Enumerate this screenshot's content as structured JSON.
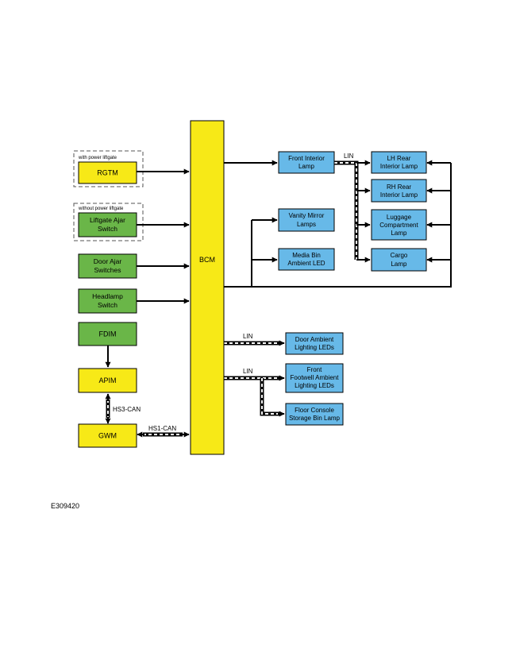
{
  "colors": {
    "yellow": "#f7e917",
    "green": "#6ab648",
    "blue": "#67b9e8",
    "line": "#000000"
  },
  "modules": {
    "bcm": "BCM",
    "rgtm": "RGTM",
    "liftgate_ajar": [
      "Liftgate Ajar",
      "Switch"
    ],
    "door_ajar": [
      "Door Ajar",
      "Switches"
    ],
    "headlamp": [
      "Headlamp",
      "Switch"
    ],
    "fdim": "FDIM",
    "apim": "APIM",
    "gwm": "GWM"
  },
  "lamps": {
    "front_interior": [
      "Front Interior",
      "Lamp"
    ],
    "vanity_mirror": [
      "Vanity Mirror",
      "Lamps"
    ],
    "media_bin": [
      "Media Bin",
      "Ambient LED"
    ],
    "lh_rear": [
      "LH Rear",
      "Interior Lamp"
    ],
    "rh_rear": [
      "RH Rear",
      "Interior Lamp"
    ],
    "luggage": [
      "Luggage",
      "Compartment",
      "Lamp"
    ],
    "cargo": [
      "Cargo",
      "Lamp"
    ],
    "door_ambient": [
      "Door Ambient",
      "Lighting LEDs"
    ],
    "footwell": [
      "Front",
      "Footwell Ambient",
      "Lighting LEDs"
    ],
    "floor_console": [
      "Floor Console",
      "Storage Bin Lamp"
    ]
  },
  "groups": {
    "with_power_liftgate": "with power liftgate",
    "without_power_liftgate": "without power liftgate"
  },
  "buses": {
    "lin_rear": "LIN",
    "lin_door": "LIN",
    "lin_footwell": "LIN",
    "hs3_can": "HS3-CAN",
    "hs1_can": "HS1-CAN"
  },
  "figure_ref": "E309420"
}
